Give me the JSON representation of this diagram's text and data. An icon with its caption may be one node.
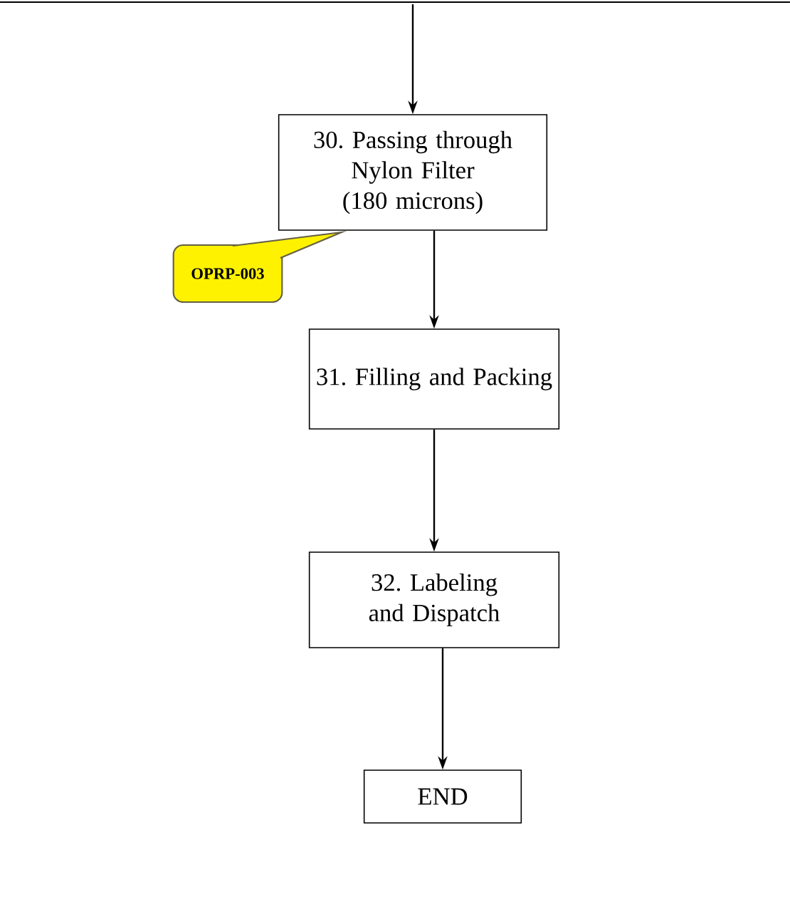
{
  "diagram": {
    "nodes": [
      {
        "text": [
          "30. Passing through Nylon Filter (180 microns)"
        ]
      },
      {
        "text": [
          "OPRP-003"
        ]
      },
      {
        "text": [
          "31. Filling and Packing"
        ]
      },
      {
        "text": [
          "32. Labeling and Dispatch"
        ]
      },
      {
        "text": [
          "END"
        ]
      }
    ],
    "edges": [
      {
        "from": null,
        "to": 0,
        "arrow": "to"
      },
      {
        "from": 0,
        "to": 2,
        "arrow": "to"
      },
      {
        "from": 2,
        "to": 3,
        "arrow": "to"
      },
      {
        "from": 3,
        "to": 4,
        "arrow": "to"
      }
    ]
  }
}
